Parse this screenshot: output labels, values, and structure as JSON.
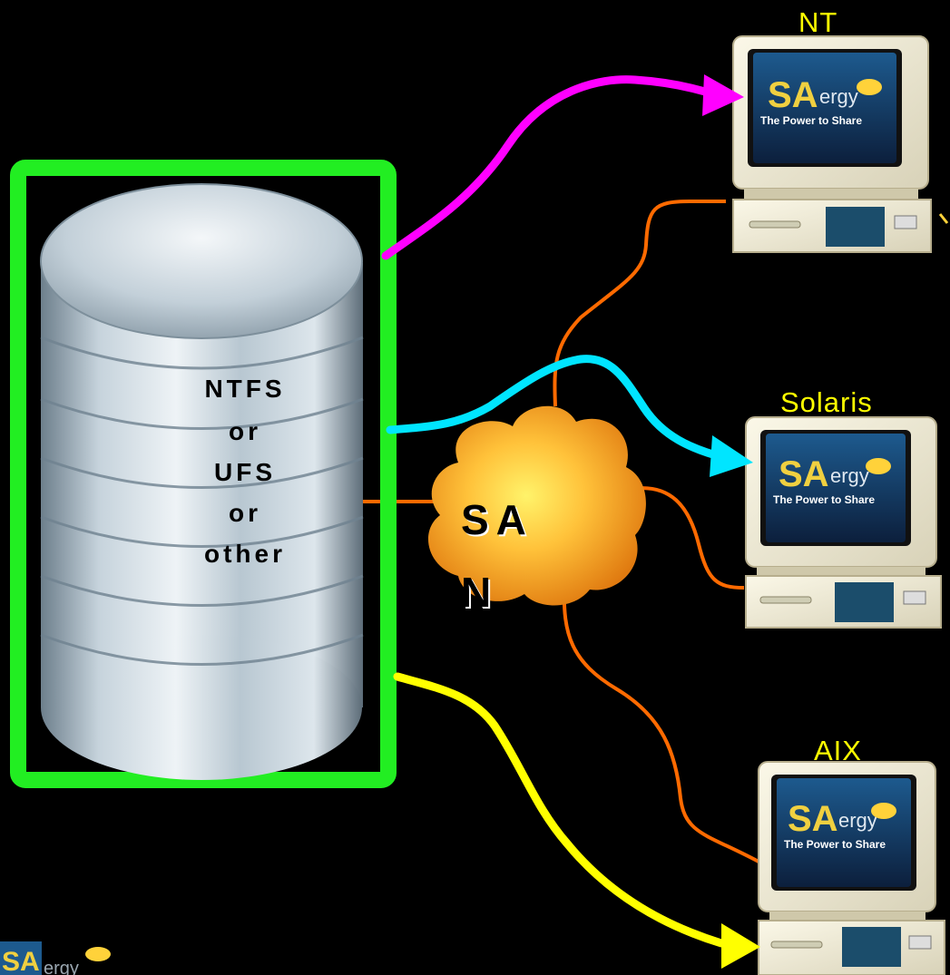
{
  "storage": {
    "lines": [
      "NTFS",
      "or",
      "UFS",
      "or",
      "other"
    ]
  },
  "network": {
    "label_line1": "SA",
    "label_line2": "N"
  },
  "hosts": [
    {
      "label": "NT",
      "screen_brand": "The Power to Share",
      "arrow_color": "#ff00ff"
    },
    {
      "label": "Solaris",
      "screen_brand": "The Power to Share",
      "arrow_color": "#00e5ff"
    },
    {
      "label": "AIX",
      "screen_brand": "The Power to Share",
      "arrow_color": "#ffff00"
    }
  ],
  "logo": {
    "text": "SANergy"
  },
  "colors": {
    "background": "#000000",
    "frame": "#22ee22",
    "san_links": "#ff6a00",
    "label": "#ffff00"
  }
}
